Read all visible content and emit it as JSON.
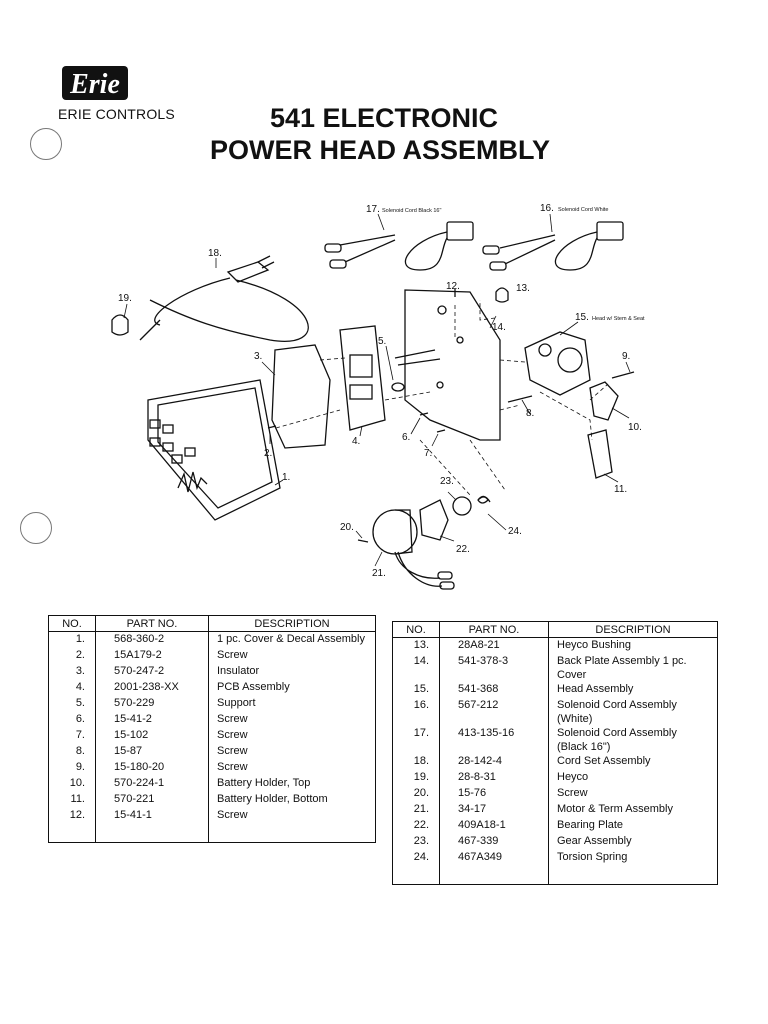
{
  "header": {
    "logo_text": "Erie",
    "brand": "ERIE CONTROLS",
    "title_line1": "541 ELECTRONIC",
    "title_line2": "POWER HEAD ASSEMBLY"
  },
  "diagram": {
    "callouts": [
      {
        "id": "c1",
        "text": "1."
      },
      {
        "id": "c2",
        "text": "2."
      },
      {
        "id": "c3",
        "text": "3."
      },
      {
        "id": "c4",
        "text": "4."
      },
      {
        "id": "c5",
        "text": "5."
      },
      {
        "id": "c6",
        "text": "6."
      },
      {
        "id": "c7",
        "text": "7."
      },
      {
        "id": "c8",
        "text": "8."
      },
      {
        "id": "c9",
        "text": "9."
      },
      {
        "id": "c10",
        "text": "10."
      },
      {
        "id": "c11",
        "text": "11."
      },
      {
        "id": "c12",
        "text": "12."
      },
      {
        "id": "c13",
        "text": "13."
      },
      {
        "id": "c14",
        "text": "14."
      },
      {
        "id": "c15",
        "text": "15."
      },
      {
        "id": "c16",
        "text": "16."
      },
      {
        "id": "c17",
        "text": "17."
      },
      {
        "id": "c18",
        "text": "18."
      },
      {
        "id": "c19",
        "text": "19."
      },
      {
        "id": "c20",
        "text": "20."
      },
      {
        "id": "c21",
        "text": "21."
      },
      {
        "id": "c22",
        "text": "22."
      },
      {
        "id": "c23",
        "text": "23."
      },
      {
        "id": "c24",
        "text": "24."
      }
    ],
    "label_17": "Solenoid Cord Black 16\"",
    "label_16": "Solenoid Cord White",
    "label_15": "Head w/ Stem & Seat"
  },
  "table_left": {
    "headers": [
      "NO.",
      "PART NO.",
      "DESCRIPTION"
    ],
    "rows": [
      {
        "no": "1.",
        "part": "568-360-2",
        "desc": "1 pc. Cover & Decal Assembly"
      },
      {
        "no": "2.",
        "part": "15A179-2",
        "desc": "Screw"
      },
      {
        "no": "3.",
        "part": "570-247-2",
        "desc": "Insulator"
      },
      {
        "no": "4.",
        "part": "2001-238-XX",
        "desc": "PCB Assembly"
      },
      {
        "no": "5.",
        "part": "570-229",
        "desc": "Support"
      },
      {
        "no": "6.",
        "part": "15-41-2",
        "desc": "Screw"
      },
      {
        "no": "7.",
        "part": "15-102",
        "desc": "Screw"
      },
      {
        "no": "8.",
        "part": "15-87",
        "desc": "Screw"
      },
      {
        "no": "9.",
        "part": "15-180-20",
        "desc": "Screw"
      },
      {
        "no": "10.",
        "part": "570-224-1",
        "desc": "Battery Holder, Top"
      },
      {
        "no": "11.",
        "part": "570-221",
        "desc": "Battery Holder, Bottom"
      },
      {
        "no": "12.",
        "part": "15-41-1",
        "desc": "Screw"
      }
    ]
  },
  "table_right": {
    "headers": [
      "NO.",
      "PART NO.",
      "DESCRIPTION"
    ],
    "rows": [
      {
        "no": "13.",
        "part": "28A8-21",
        "desc": "Heyco Bushing"
      },
      {
        "no": "14.",
        "part": "541-378-3",
        "desc": "Back Plate Assembly 1 pc. Cover"
      },
      {
        "no": "15.",
        "part": "541-368",
        "desc": "Head Assembly"
      },
      {
        "no": "16.",
        "part": "567-212",
        "desc": "Solenoid Cord Assembly (White)"
      },
      {
        "no": "17.",
        "part": "413-135-16",
        "desc": "Solenoid Cord Assembly",
        "desc2": "(Black 16\")"
      },
      {
        "no": "18.",
        "part": "28-142-4",
        "desc": "Cord Set Assembly"
      },
      {
        "no": "19.",
        "part": "28-8-31",
        "desc": "Heyco"
      },
      {
        "no": "20.",
        "part": "15-76",
        "desc": "Screw"
      },
      {
        "no": "21.",
        "part": "34-17",
        "desc": "Motor & Term Assembly"
      },
      {
        "no": "22.",
        "part": "409A18-1",
        "desc": "Bearing Plate"
      },
      {
        "no": "23.",
        "part": "467-339",
        "desc": "Gear Assembly"
      },
      {
        "no": "24.",
        "part": "467A349",
        "desc": "Torsion Spring"
      }
    ]
  }
}
